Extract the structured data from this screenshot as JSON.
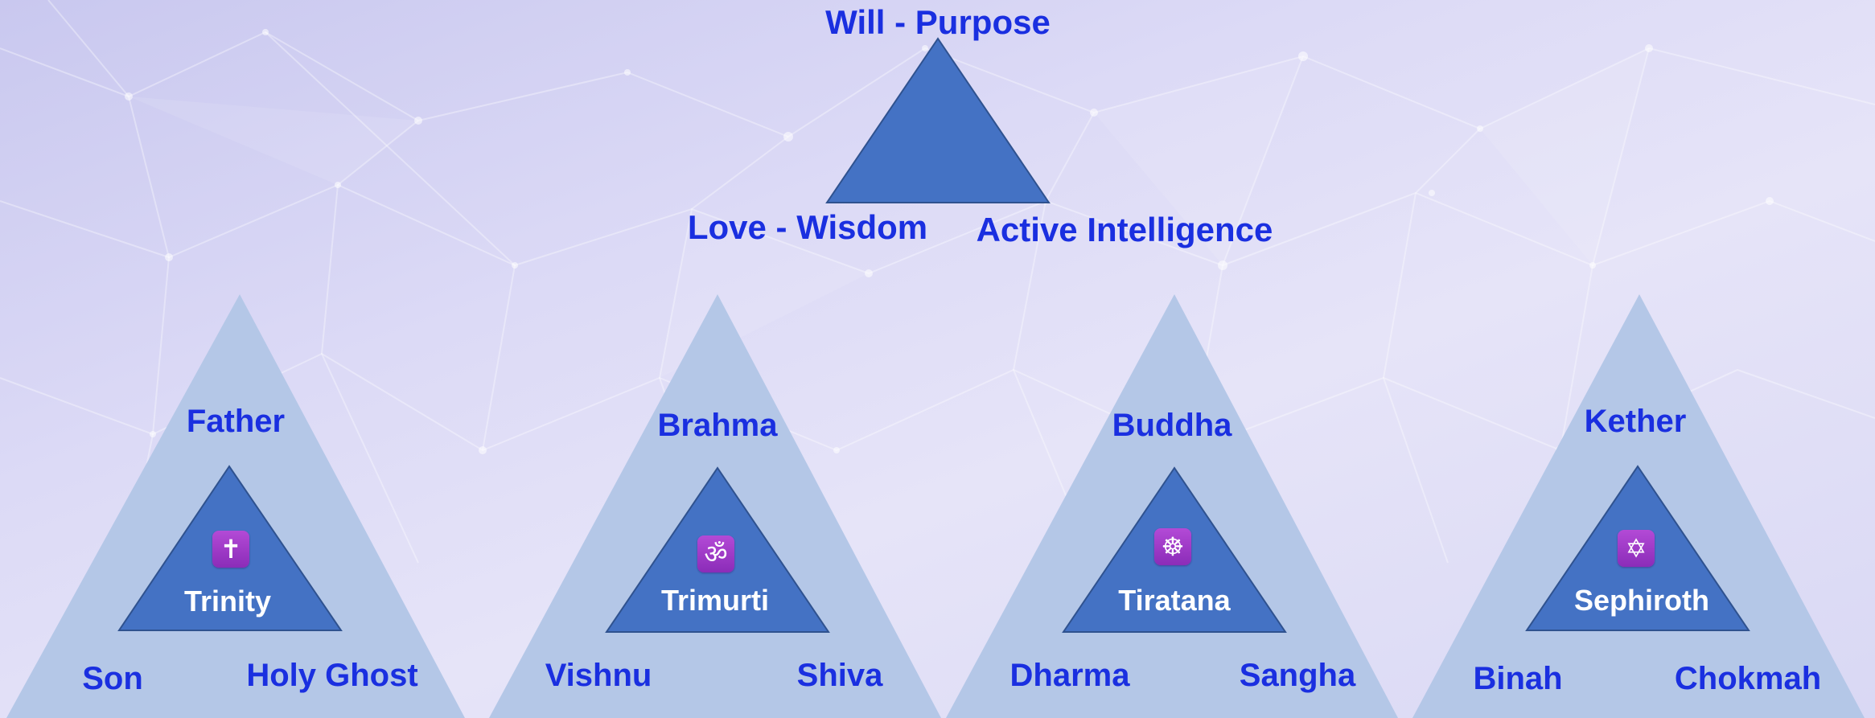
{
  "top_triad": {
    "apex": "Will - Purpose",
    "left": "Love - Wisdom",
    "right": "Active Intelligence"
  },
  "triads": [
    {
      "top": "Father",
      "left": "Son",
      "right": "Holy Ghost",
      "center": "Trinity",
      "symbol": "✝",
      "symbol_icon": "latin-cross-icon"
    },
    {
      "top": "Brahma",
      "left": "Vishnu",
      "right": "Shiva",
      "center": "Trimurti",
      "symbol": "ॐ",
      "symbol_icon": "om-icon"
    },
    {
      "top": "Buddha",
      "left": "Dharma",
      "right": "Sangha",
      "center": "Tiratana",
      "symbol": "☸",
      "symbol_icon": "dharma-wheel-icon"
    },
    {
      "top": "Kether",
      "left": "Binah",
      "right": "Chokmah",
      "center": "Sephiroth",
      "symbol": "✡",
      "symbol_icon": "star-of-david-icon"
    }
  ],
  "colors": {
    "label_text": "#1a2fe0",
    "inner_triangle": "#4472c4",
    "outer_triangle": "#b4c7e7",
    "symbol_badge": "#9b34c8",
    "inner_label": "#ffffff"
  }
}
